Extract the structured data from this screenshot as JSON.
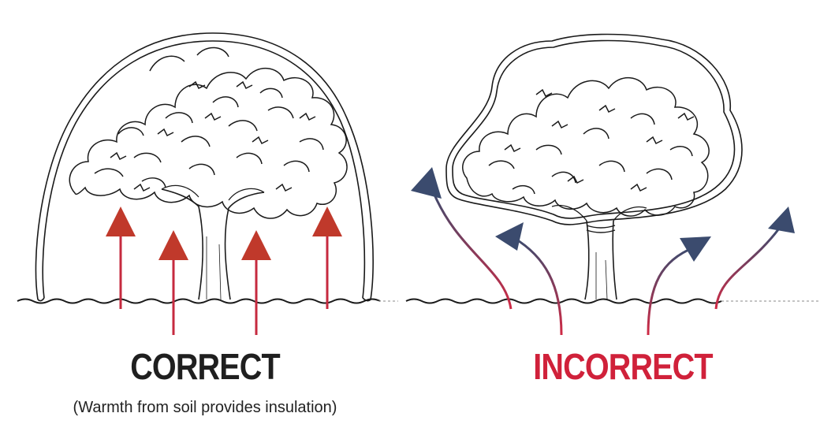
{
  "panels": {
    "left": {
      "heading": "CORRECT",
      "caption": "(Warmth from soil provides insulation)"
    },
    "right": {
      "heading": "INCORRECT"
    }
  },
  "colors": {
    "ink": "#1a1a1a",
    "correct_heading": "#1f1f1f",
    "incorrect_heading": "#d0213a",
    "warm_arrow": "#c0392b",
    "arrow_line_red": "#c62a3f",
    "cold_arrow_navy": "#3a4a6b"
  },
  "icons": {
    "left_tree": "tree-with-dome-cover-icon",
    "right_tree": "tree-wrapped-canopy-icon",
    "warm_arrows": "up-arrow-icon",
    "heat_loss_arrows": "curved-arrow-icon"
  }
}
